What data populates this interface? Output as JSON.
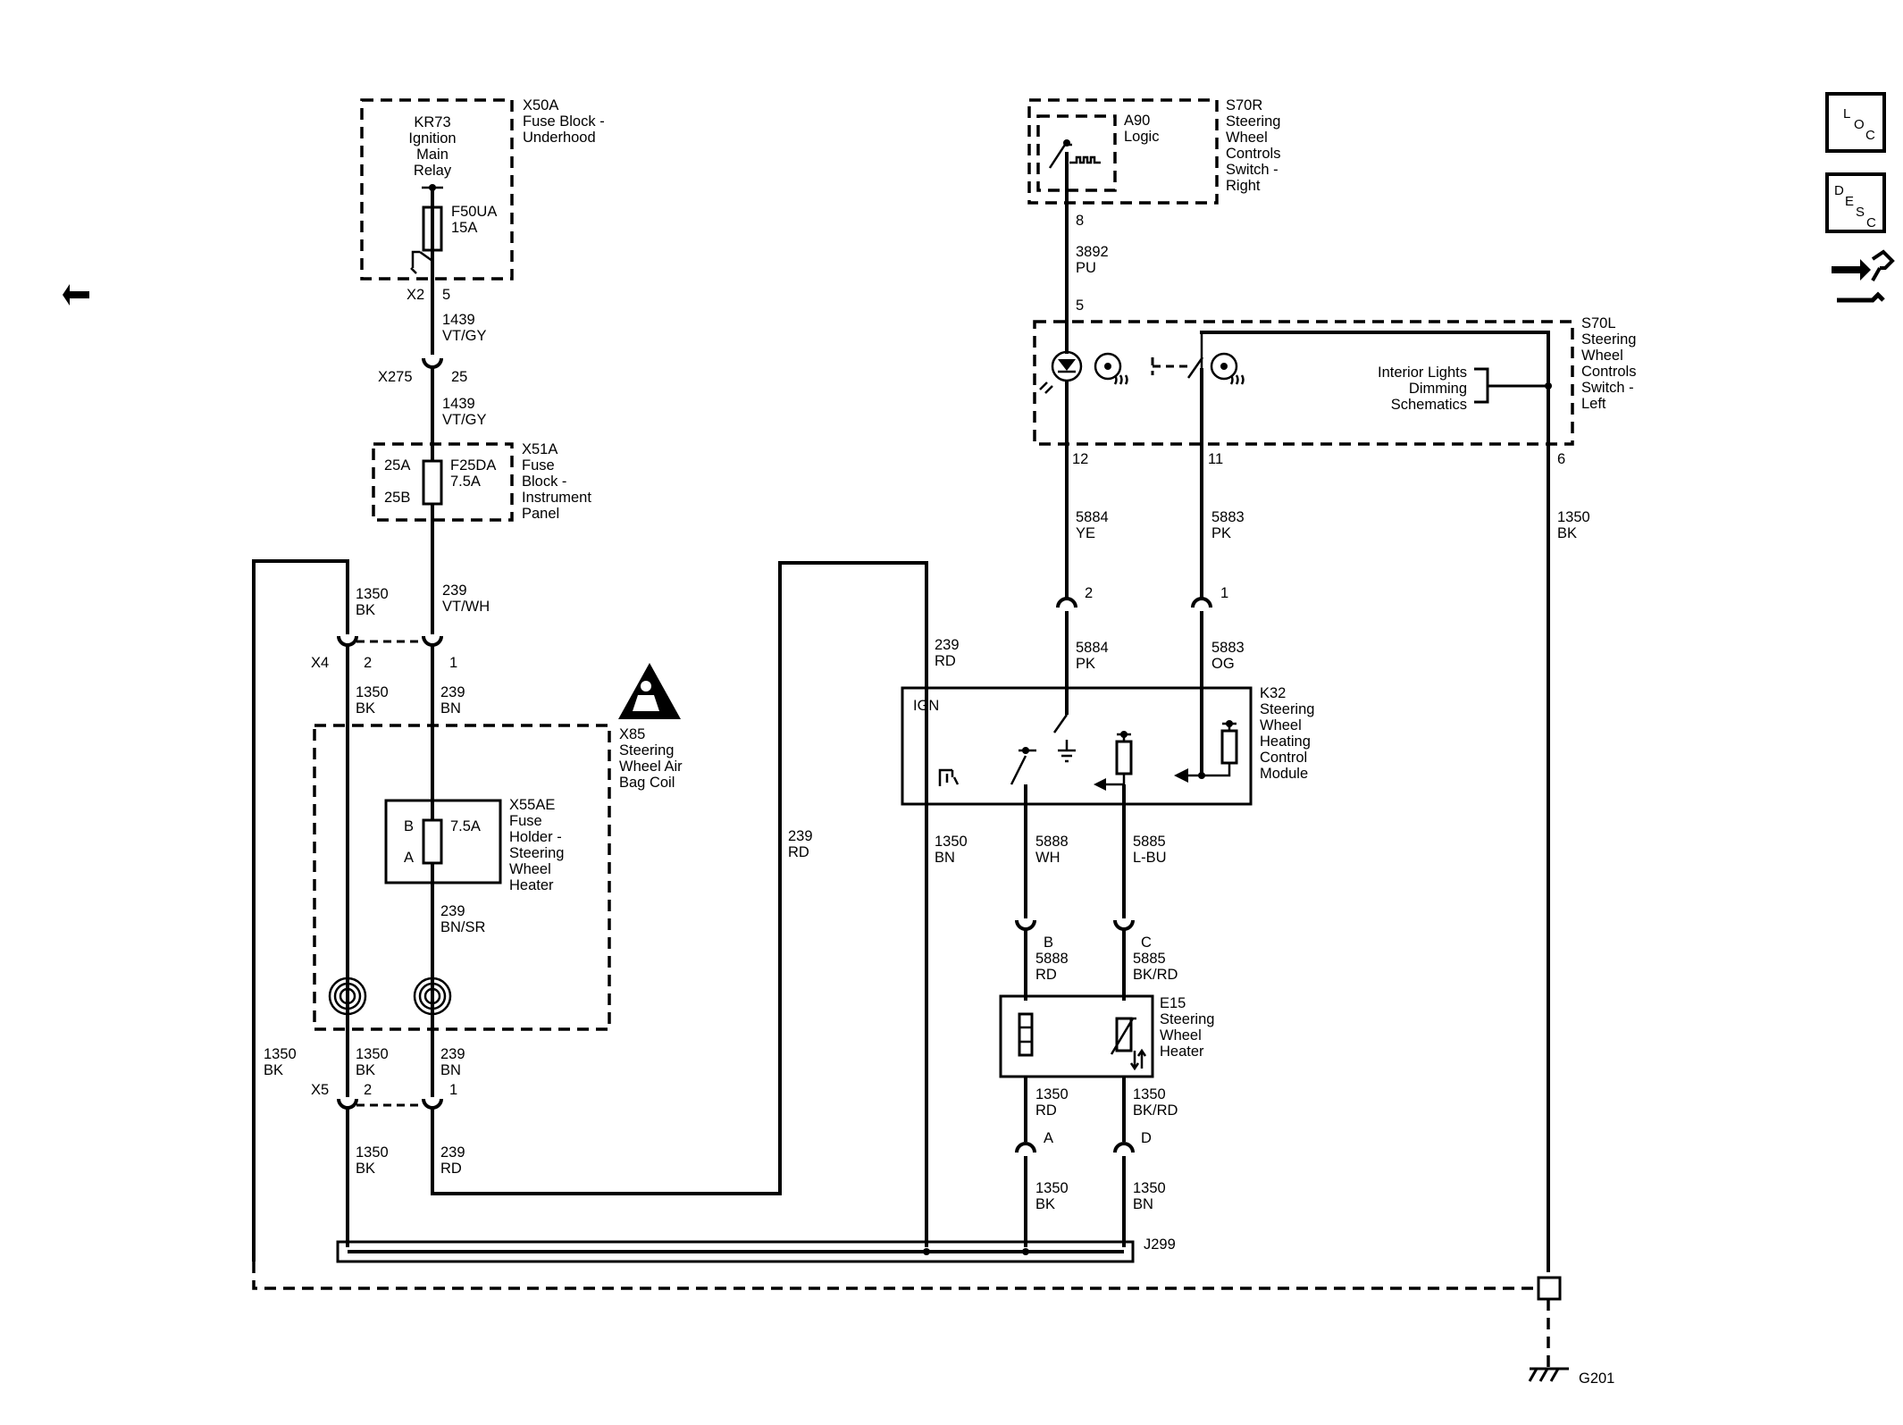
{
  "diagram": {
    "components": {
      "x50a": {
        "id": "X50A",
        "line1": "Fuse Block -",
        "line2": "Underhood"
      },
      "kr73": {
        "line1": "KR73",
        "line2": "Ignition",
        "line3": "Main",
        "line4": "Relay"
      },
      "f50ua": {
        "id": "F50UA",
        "rating": "15A"
      },
      "x51a": {
        "id": "X51A",
        "line1": "Fuse",
        "line2": "Block -",
        "line3": "Instrument",
        "line4": "Panel"
      },
      "f25da": {
        "id": "F25DA",
        "rating": "7.5A",
        "pin_in": "25A",
        "pin_out": "25B"
      },
      "x85": {
        "id": "X85",
        "line1": "Steering",
        "line2": "Wheel Air",
        "line3": "Bag Coil"
      },
      "x55ae": {
        "id": "X55AE",
        "line1": "Fuse",
        "line2": "Holder -",
        "line3": "Steering",
        "line4": "Wheel",
        "line5": "Heater",
        "pin_b": "B",
        "pin_a": "A",
        "rating": "7.5A"
      },
      "s70r": {
        "id": "S70R",
        "line1": "Steering",
        "line2": "Wheel",
        "line3": "Controls",
        "line4": "Switch -",
        "line5": "Right"
      },
      "a90": {
        "id": "A90",
        "line1": "Logic"
      },
      "s70l": {
        "id": "S70L",
        "line1": "Steering",
        "line2": "Wheel",
        "line3": "Controls",
        "line4": "Switch -",
        "line5": "Left"
      },
      "dimming": {
        "line1": "Interior Lights",
        "line2": "Dimming",
        "line3": "Schematics"
      },
      "k32": {
        "id": "K32",
        "line1": "Steering",
        "line2": "Wheel",
        "line3": "Heating",
        "line4": "Control",
        "line5": "Module",
        "ign": "IGN"
      },
      "e15": {
        "id": "E15",
        "line1": "Steering",
        "line2": "Wheel",
        "line3": "Heater"
      },
      "j299": {
        "id": "J299"
      },
      "g201": {
        "id": "G201"
      }
    },
    "connectors": {
      "x2": "X2",
      "x2_pin": "5",
      "x275": "X275",
      "x275_pin": "25",
      "x4": "X4",
      "x4_pin2": "2",
      "x4_pin1": "1",
      "x5": "X5",
      "x5_pin2": "2",
      "x5_pin1": "1",
      "s70r_pin": "8",
      "s70l_pin5": "5",
      "s70l_pin12": "12",
      "s70l_pin11": "11",
      "s70l_pin6": "6",
      "c2": "2",
      "c1": "1",
      "e15_b": "B",
      "e15_c": "C",
      "e15_a": "A",
      "e15_d": "D"
    },
    "wires": {
      "w1439_a": {
        "num": "1439",
        "color": "VT/GY"
      },
      "w1439_b": {
        "num": "1439",
        "color": "VT/GY"
      },
      "w239_vtwh": {
        "num": "239",
        "color": "VT/WH"
      },
      "w1350_bk_top": {
        "num": "1350",
        "color": "BK"
      },
      "w1350_bk_x4": {
        "num": "1350",
        "color": "BK"
      },
      "w239_bn_x4": {
        "num": "239",
        "color": "BN"
      },
      "w239_bnsr": {
        "num": "239",
        "color": "BN/SR"
      },
      "w1350_bk_left": {
        "num": "1350",
        "color": "BK"
      },
      "w1350_bk_x5": {
        "num": "1350",
        "color": "BK"
      },
      "w239_bn_x5": {
        "num": "239",
        "color": "BN"
      },
      "w1350_bk_bot": {
        "num": "1350",
        "color": "BK"
      },
      "w239_rd_bot": {
        "num": "239",
        "color": "RD"
      },
      "w239_rd_mid": {
        "num": "239",
        "color": "RD"
      },
      "w239_rd_k32": {
        "num": "239",
        "color": "RD"
      },
      "w3892": {
        "num": "3892",
        "color": "PU"
      },
      "w5884_ye": {
        "num": "5884",
        "color": "YE"
      },
      "w5883_pk": {
        "num": "5883",
        "color": "PK"
      },
      "w1350_bk_right": {
        "num": "1350",
        "color": "BK"
      },
      "w5884_pk": {
        "num": "5884",
        "color": "PK"
      },
      "w5883_og": {
        "num": "5883",
        "color": "OG"
      },
      "w1350_bn_k32": {
        "num": "1350",
        "color": "BN"
      },
      "w5888_wh": {
        "num": "5888",
        "color": "WH"
      },
      "w5885_lbu": {
        "num": "5885",
        "color": "L-BU"
      },
      "w5888_rd": {
        "num": "5888",
        "color": "RD"
      },
      "w5885_bkrd": {
        "num": "5885",
        "color": "BK/RD"
      },
      "w1350_rd": {
        "num": "1350",
        "color": "RD"
      },
      "w1350_bkrd": {
        "num": "1350",
        "color": "BK/RD"
      },
      "w1350_bk_j": {
        "num": "1350",
        "color": "BK"
      },
      "w1350_bn_j": {
        "num": "1350",
        "color": "BN"
      }
    },
    "side_icons": {
      "loc": {
        "l1": "L",
        "l2": "O",
        "l3": "C"
      },
      "desc": {
        "l1": "D",
        "l2": "E",
        "l3": "S",
        "l4": "C"
      }
    }
  }
}
